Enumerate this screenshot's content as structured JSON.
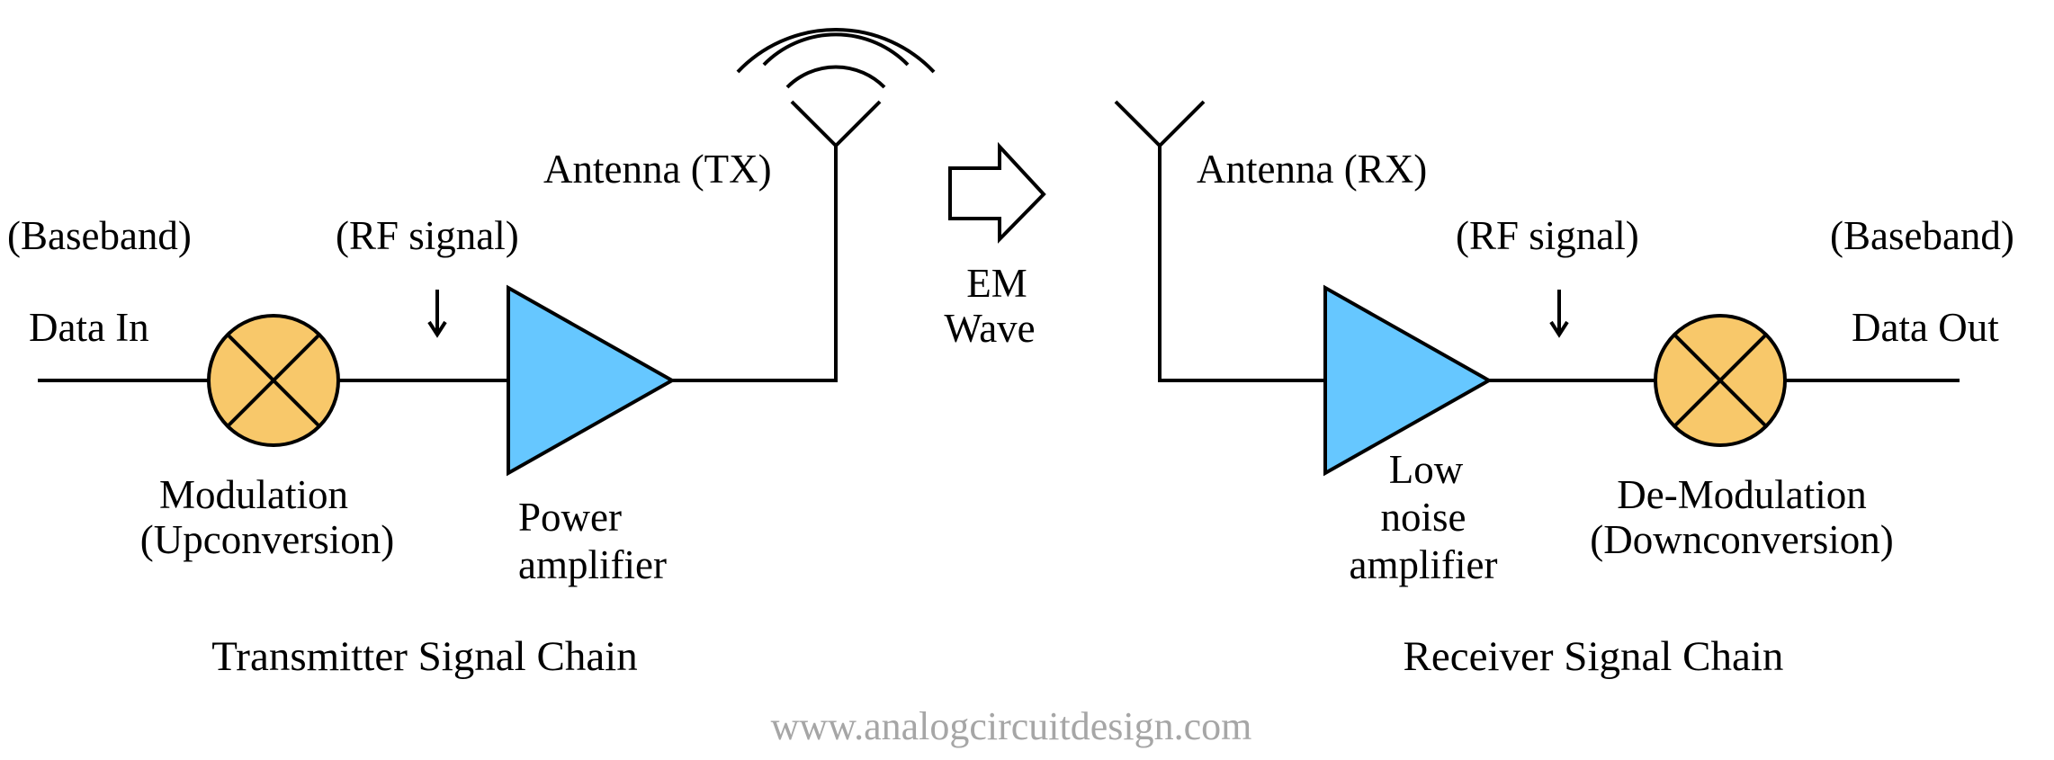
{
  "colors": {
    "mixer_fill": "#F8C86A",
    "amplifier_fill": "#66C7FF",
    "line": "#000000",
    "watermark": "#A6A6A6"
  },
  "transmitter": {
    "baseband_label": "(Baseband)",
    "data_in_label": "Data In",
    "rf_signal_label": "(RF signal)",
    "modulation_line1": "Modulation",
    "modulation_line2": "(Upconversion)",
    "power_amp_line1": "Power",
    "power_amp_line2": "amplifier",
    "antenna_label": "Antenna (TX)",
    "chain_title": "Transmitter Signal Chain"
  },
  "channel": {
    "em_line1": "EM",
    "em_line2": "Wave"
  },
  "receiver": {
    "antenna_label": "Antenna (RX)",
    "rf_signal_label": "(RF signal)",
    "baseband_label": "(Baseband)",
    "data_out_label": "Data Out",
    "lna_line1": "Low",
    "lna_line2": "noise",
    "lna_line3": "amplifier",
    "demodulation_line1": "De-Modulation",
    "demodulation_line2": "(Downconversion)",
    "chain_title": "Receiver Signal Chain"
  },
  "watermark": "www.analogcircuitdesign.com"
}
